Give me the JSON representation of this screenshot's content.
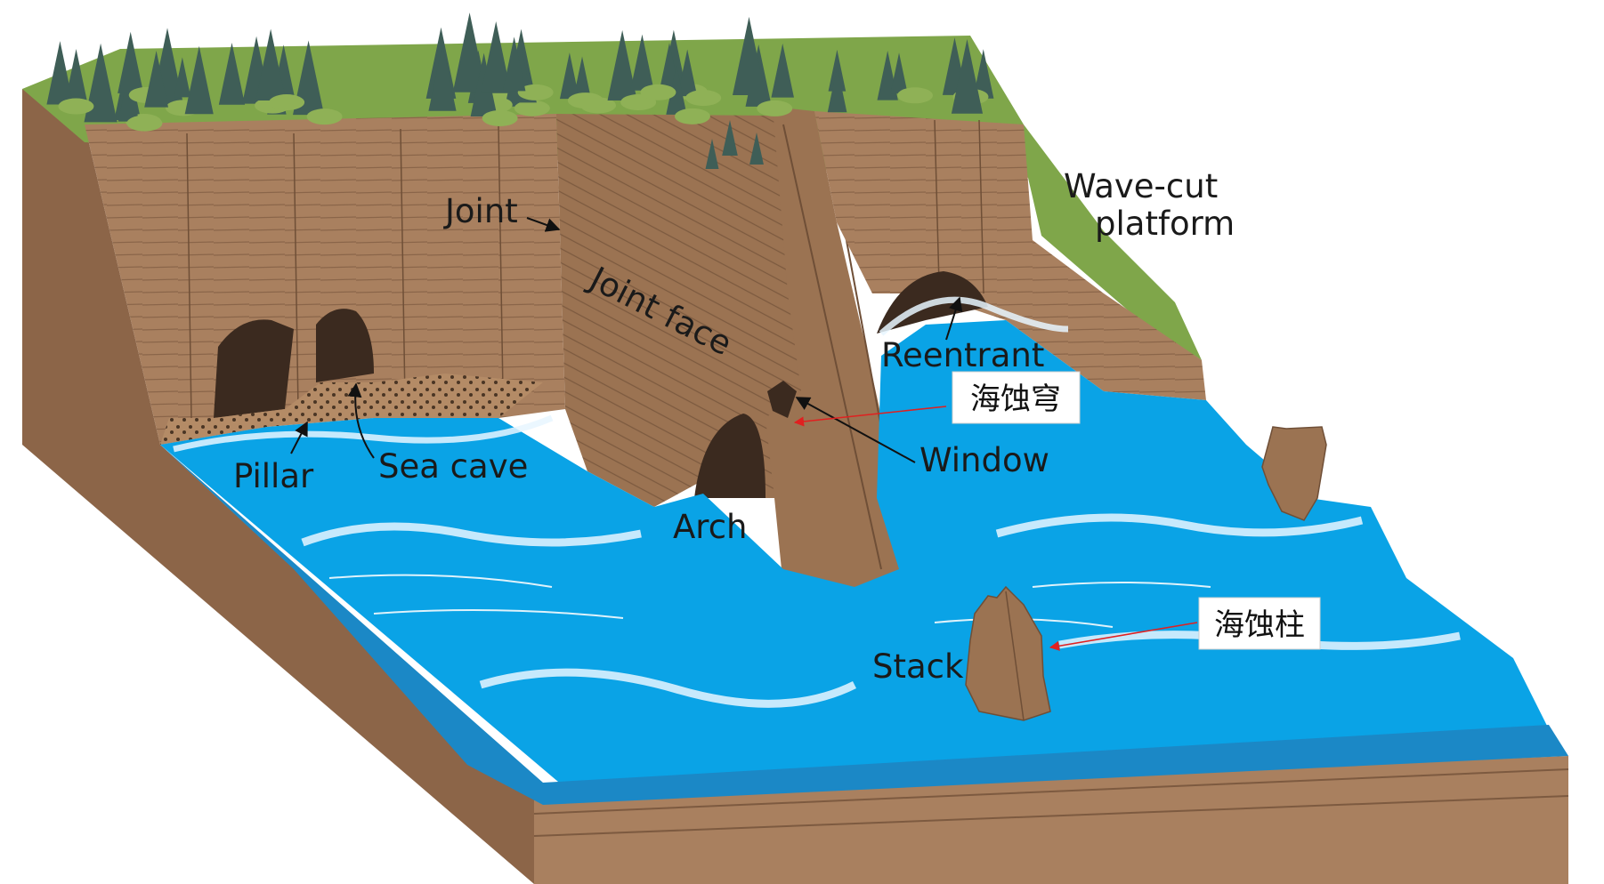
{
  "labels": {
    "joint": "Joint",
    "joint_face": "Joint face",
    "wave_cut_line1": "Wave-cut",
    "wave_cut_line2": "platform",
    "reentrant": "Reentrant",
    "window": "Window",
    "arch": "Arch",
    "pillar": "Pillar",
    "sea_cave": "Sea cave",
    "stack": "Stack"
  },
  "cn_labels": {
    "sea_arch": "海蚀穹",
    "sea_stack": "海蚀柱"
  },
  "colors": {
    "rock": "#a9805f",
    "rock_dark": "#8c6548",
    "cave": "#3b2a1f",
    "grass": "#7fa64a",
    "tree": "#3f5e57",
    "water": "#0aa3e6",
    "water_side": "#1b88c6",
    "foam": "#e8f6ff",
    "arrow_red": "#e02020"
  }
}
